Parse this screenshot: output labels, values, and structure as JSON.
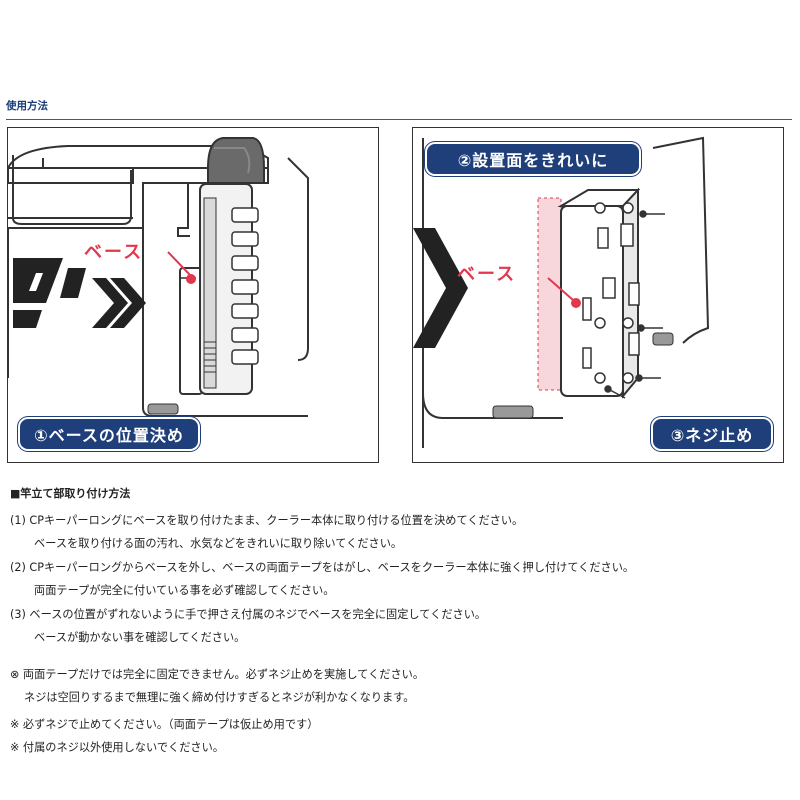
{
  "section": {
    "title": "使用方法"
  },
  "panels": {
    "left": {
      "callout": "ベース",
      "step_label": "①ベースの位置決め"
    },
    "right": {
      "banner": "②設置面をきれいに",
      "callout": "ベース",
      "step_label": "③ネジ止め"
    }
  },
  "instructions": {
    "heading": "■竿立て部取り付け方法",
    "steps": [
      {
        "line1": "(1) CPキーパーロングにベースを取り付けたまま、クーラー本体に取り付ける位置を決めてください。",
        "line2": "ベースを取り付ける面の汚れ、水気などをきれいに取り除いてください。"
      },
      {
        "line1": "(2) CPキーパーロングからベースを外し、ベースの両面テープをはがし、ベースをクーラー本体に強く押し付けてください。",
        "line2": "両面テープが完全に付いている事を必ず確認してください。"
      },
      {
        "line1": "(3) ベースの位置がずれないように手で押さえ付属のネジでベースを完全に固定してください。",
        "line2": "ベースが動かない事を確認してください。"
      }
    ],
    "warning_line1": "⊗ 両面テープだけでは完全に固定できません。必ずネジ止めを実施してください。",
    "warning_line2": "ネジは空回りするまで無理に強く締め付けすぎるとネジが利かなくなります。",
    "notes": [
      "※ 必ずネジで止めてください。（両面テープは仮止め用です）",
      "※ 付属のネジ以外使用しないでください。"
    ]
  },
  "colors": {
    "navy": "#1f3f7a",
    "callout_red": "#e2384d",
    "section_blue": "#1a3c7a"
  }
}
